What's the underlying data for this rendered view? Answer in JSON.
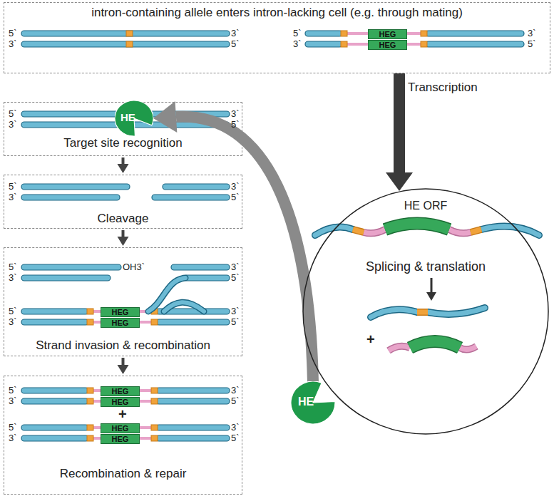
{
  "diagram": {
    "nodes": [
      {
        "text": [
          "intron-containing allele enters intron-lacking cell (e.g. through mating)"
        ]
      },
      {
        "text": [
          "HEG"
        ],
        "in": 0
      },
      {
        "text": [
          "HEG"
        ],
        "in": 0
      },
      {
        "text": [
          "Target site recognition"
        ]
      },
      {
        "text": [
          "HE"
        ],
        "in": 3
      },
      {
        "text": [
          "Cleavage"
        ]
      },
      {
        "text": [
          "Strand invasion & recombination"
        ]
      },
      {
        "text": [
          "HEG"
        ],
        "in": 6
      },
      {
        "text": [
          "HEG"
        ],
        "in": 6
      },
      {
        "text": [
          "Recombination & repair"
        ]
      },
      {
        "text": [
          "HEG"
        ],
        "in": 9
      },
      {
        "text": [
          "HEG"
        ],
        "in": 9
      },
      {
        "text": [
          "HEG"
        ],
        "in": 9
      },
      {
        "text": [
          "HEG"
        ],
        "in": 9
      },
      {
        "text": [
          "HE ORF",
          "Splicing & translation"
        ]
      },
      {
        "text": [
          "HE"
        ],
        "in": 14
      }
    ],
    "edges": [
      {
        "from": 0,
        "to": 14,
        "arrow": "to",
        "label": "Transcription"
      },
      {
        "from": 15,
        "to": 4,
        "arrow": "to"
      },
      {
        "from": 3,
        "to": 5,
        "arrow": "to"
      },
      {
        "from": 5,
        "to": 6,
        "arrow": "to"
      },
      {
        "from": 6,
        "to": 9,
        "arrow": "to"
      }
    ],
    "labels": [
      "5`",
      "3`",
      "3`",
      "5`",
      "5`",
      "3`",
      "3`",
      "5`",
      "5`",
      "3`",
      "3`",
      "5`",
      "5`",
      "3`",
      "3`",
      "5`",
      "5`",
      "OH3`",
      "3`",
      "3`",
      "5`",
      "5`",
      "3`",
      "3`",
      "5`",
      "5`",
      "3`",
      "3`",
      "5`",
      "+",
      "5`",
      "3`",
      "3`",
      "5`",
      "+"
    ]
  }
}
